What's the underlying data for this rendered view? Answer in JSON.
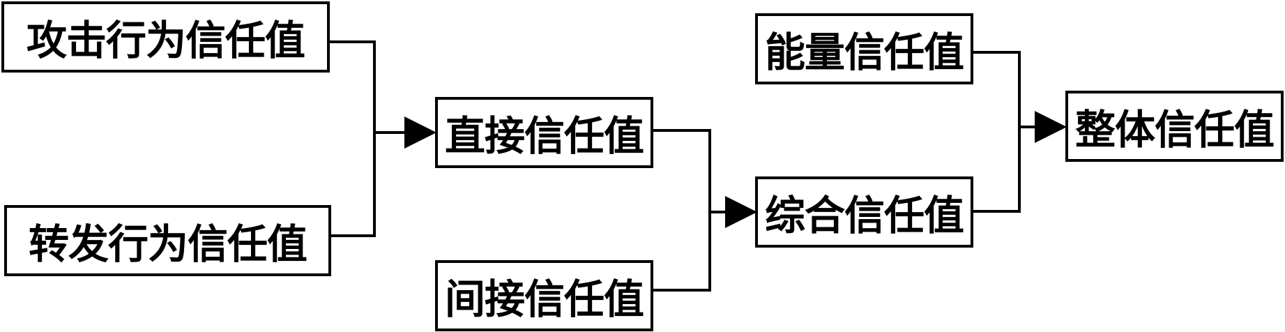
{
  "nodes": {
    "attack_behavior_trust": "攻击行为信任值",
    "forward_behavior_trust": "转发行为信任值",
    "direct_trust": "直接信任值",
    "indirect_trust": "间接信任值",
    "energy_trust": "能量信任值",
    "composite_trust": "综合信任值",
    "overall_trust": "整体信任值"
  },
  "edges": [
    {
      "from": [
        "attack_behavior_trust",
        "forward_behavior_trust"
      ],
      "to": "direct_trust"
    },
    {
      "from": [
        "direct_trust",
        "indirect_trust"
      ],
      "to": "composite_trust"
    },
    {
      "from": [
        "energy_trust",
        "composite_trust"
      ],
      "to": "overall_trust"
    }
  ],
  "colors": {
    "line": "#000000",
    "box_border": "#000000",
    "background": "#ffffff"
  }
}
